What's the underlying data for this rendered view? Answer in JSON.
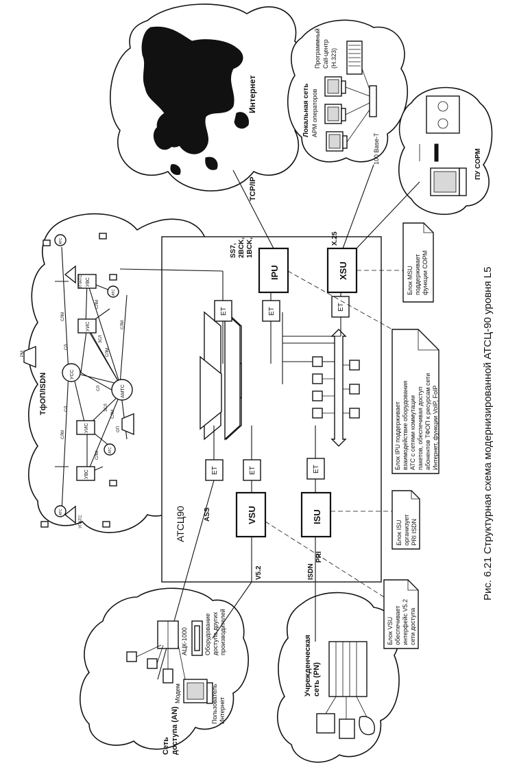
{
  "caption": "Рис. 6.21   Структурная схема модернизированной АТСЦ-90 уровня L5",
  "exchange": {
    "title": "АТСЦ90",
    "blocks": {
      "ipu": "IPU",
      "xsu": "XSU",
      "vsu": "VSU",
      "isu": "ISU"
    },
    "et": "ET",
    "interfaces": {
      "ss7": "SS7,",
      "bck2": "2BCK,",
      "bck1": "1BCK,",
      "tcpip": "TCP/IP",
      "x25": "X.25",
      "ass": "ASS",
      "v52": "V5.2",
      "isdn": "ISDN",
      "pri": "PRI"
    }
  },
  "notes": {
    "msu": [
      "Блок MSU",
      "поддерживает",
      "функции СОРМ"
    ],
    "ipu": [
      "Блок IPU поддерживает",
      "взаимодействие оборудования",
      "АТС с сетями коммутации",
      "пакетов, обеспечивая доступ",
      "абонентов ТФОП к ресурсам сети",
      "Интернет, функции VoIP, FoIP"
    ],
    "isu": [
      "Блок ISU",
      "организует",
      "PRI ISDN"
    ],
    "vsu": [
      "Блок VSU",
      "обеспечивает",
      "интерфейс V5.2",
      "сети доступа"
    ]
  },
  "clouds": {
    "internet": "Интернет",
    "lan": {
      "title": "Локальная сеть",
      "arm": "АРМ операторов",
      "callcenter": [
        "Программный",
        "Call-центр",
        "(H.323)"
      ],
      "ethernet": "100 Base-T"
    },
    "sorm": {
      "title": "ПУ СОРМ"
    },
    "pstn": {
      "title": "ТфОП/ISDN",
      "nodes": {
        "uss": "УСС",
        "uis": "УИС",
        "uvs": "УВС",
        "amts": "АМТС",
        "ats": "АТС",
        "upats": "УПАТС",
        "rm": "РМ"
      },
      "links": {
        "sl": "СЛ",
        "slm": "СЛМ",
        "zsl": "ЗСЛ",
        "op": "ОП"
      }
    },
    "access": {
      "title": [
        "Сеть",
        "доступа (AN)"
      ],
      "ack": "АЦК-1000",
      "equipment": [
        "Оборудование",
        "доступа других",
        "производителей"
      ],
      "modem": "Модем",
      "user": [
        "Пользователь",
        "Интернет"
      ]
    },
    "pn": {
      "title": [
        "Учрежденческая",
        "сеть (PN)"
      ]
    }
  },
  "colors": {
    "ink": "#111111",
    "paper": "#ffffff",
    "map": "#111111"
  }
}
